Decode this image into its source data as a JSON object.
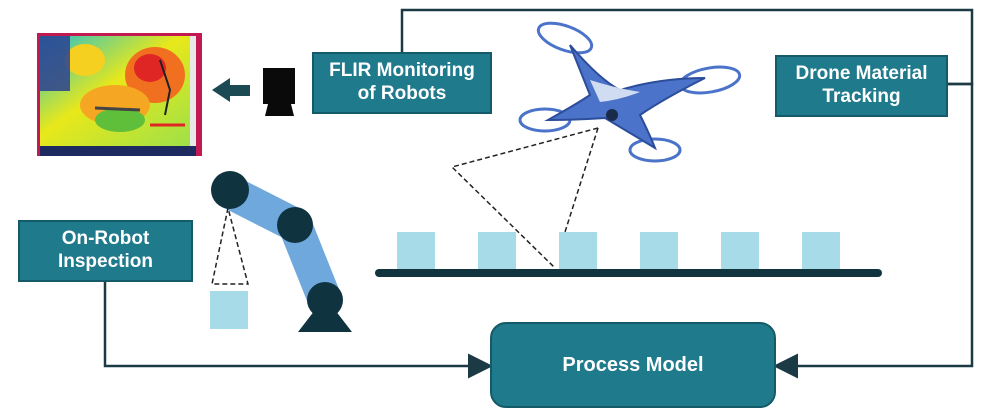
{
  "diagram": {
    "labels": {
      "flir": {
        "line1": "FLIR Monitoring",
        "line2": "of Robots"
      },
      "drone": {
        "line1": "Drone Material",
        "line2": "Tracking"
      },
      "robot": {
        "line1": "On-Robot",
        "line2": "Inspection"
      },
      "process": "Process Model"
    },
    "colors": {
      "box_fill": "#1f7a8c",
      "box_border": "#145a68",
      "line": "#1b3a45",
      "robot_arm": "#6fa8dc",
      "robot_joint": "#0f3440",
      "material": "#a8dbe8",
      "drone_body": "#4a73c9",
      "drone_ring": "#4a73c9"
    },
    "icons": [
      "thermal-image",
      "camera-icon",
      "left-arrow-icon",
      "drone-icon",
      "robot-arm-icon",
      "conveyor-belt"
    ]
  }
}
